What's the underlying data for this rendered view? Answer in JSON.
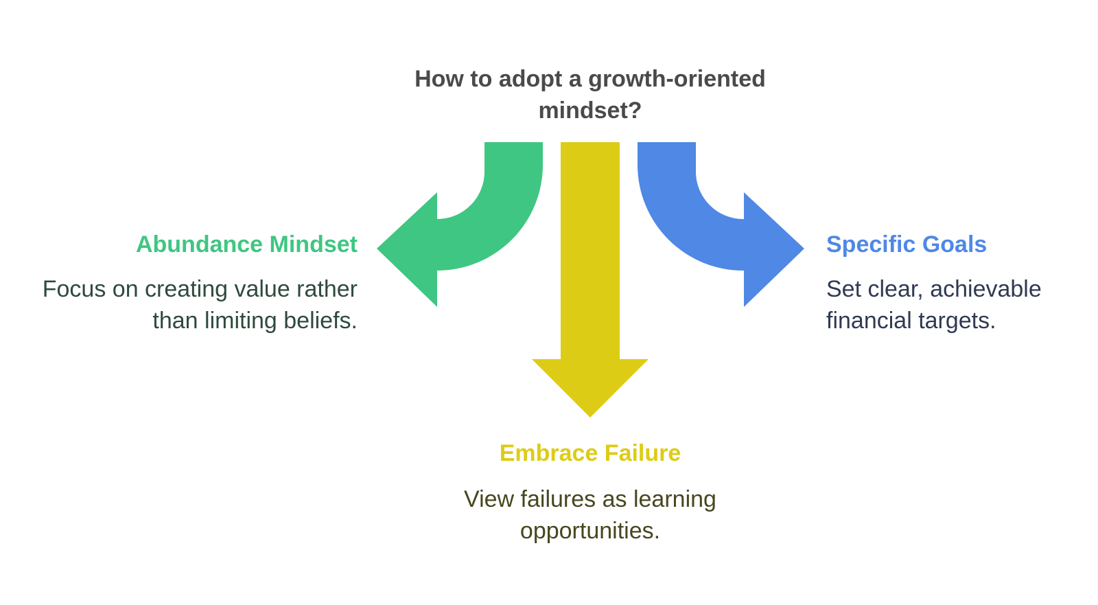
{
  "diagram": {
    "title": "How to adopt a growth-oriented mindset?",
    "colors": {
      "title_text": "#4a4a4a",
      "green": "#3fc682",
      "yellow": "#ddcc16",
      "blue": "#4f88e5",
      "desc_left": "#2f4a3c",
      "desc_center": "#48461f",
      "desc_right": "#2f3a52"
    },
    "branches": [
      {
        "id": "left",
        "title": "Abundance Mindset",
        "description": "Focus on creating value rather than limiting beliefs.",
        "color": "#3fc682",
        "direction": "left"
      },
      {
        "id": "center",
        "title": "Embrace Failure",
        "description": "View failures as learning opportunities.",
        "color": "#ddcc16",
        "direction": "down"
      },
      {
        "id": "right",
        "title": "Specific Goals",
        "description": "Set clear, achievable financial targets.",
        "color": "#4f88e5",
        "direction": "right"
      }
    ]
  }
}
